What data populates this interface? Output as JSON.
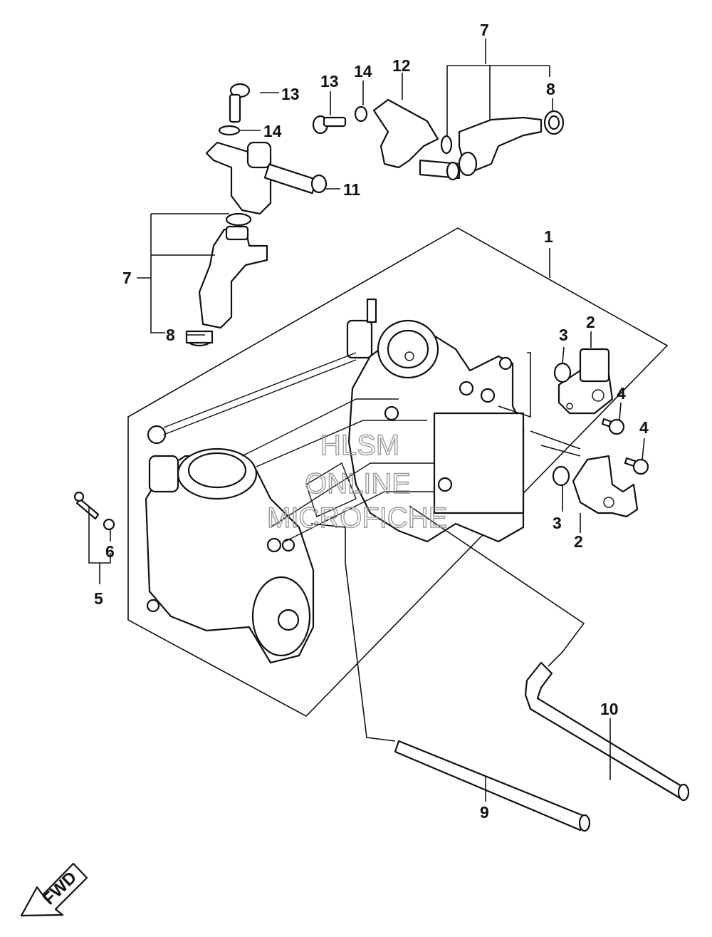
{
  "diagram": {
    "callouts": {
      "c1": "1",
      "c2a": "2",
      "c2b": "2",
      "c3a": "3",
      "c3b": "3",
      "c4a": "4",
      "c4b": "4",
      "c5": "5",
      "c6": "6",
      "c7a": "7",
      "c7b": "7",
      "c8a": "8",
      "c8b": "8",
      "c9": "9",
      "c10": "10",
      "c11": "11",
      "c12": "12",
      "c13a": "13",
      "c13b": "13",
      "c14a": "14",
      "c14b": "14"
    },
    "watermark": {
      "line1": "HLSM",
      "line2": "ONLINE",
      "line3": "MICROFICHE"
    },
    "direction_arrow": {
      "label": "FWD"
    },
    "colors": {
      "ink": "#111111",
      "watermark": "#9a9a9a",
      "background": "#ffffff"
    }
  }
}
